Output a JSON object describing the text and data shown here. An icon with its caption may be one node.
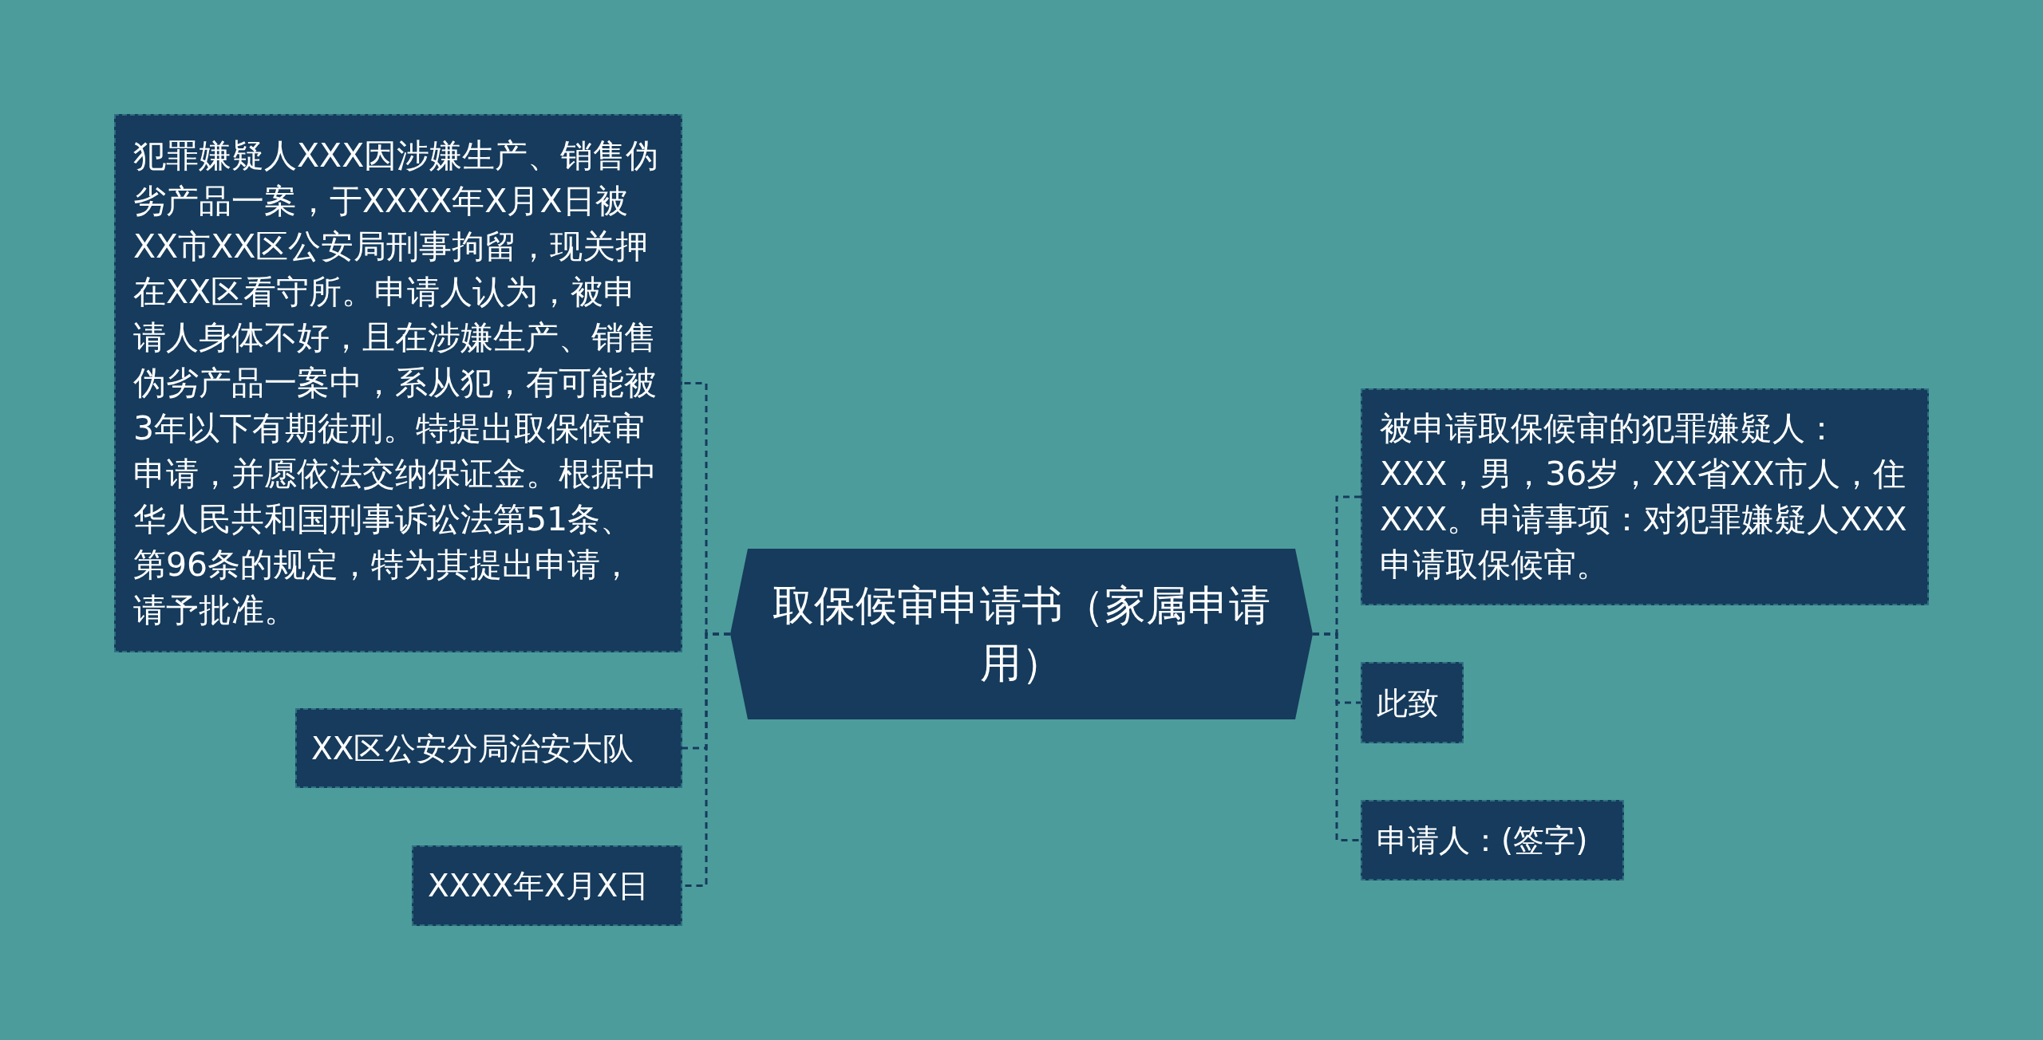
{
  "diagram": {
    "nodes": [
      {
        "text": [
          "取保候审申请书（家属申请用）"
        ]
      },
      {
        "text": [
          "犯罪嫌疑人XXX因涉嫌生产、销售伪劣产品一案，于XXXX年X月X日被XX市XX区公安局刑事拘留，现关押在XX区看守所。申请人认为，被申请人身体不好，且在涉嫌生产、销售伪劣产品一案中，系从犯，有可能被3年以下有期徒刑。特提出取保候审申请，并愿依法交纳保证金。根据中华人民共和国刑事诉讼法第51条、第96条的规定，特为其提出申请，请予批准。"
        ]
      },
      {
        "text": [
          "XX区公安分局治安大队"
        ]
      },
      {
        "text": [
          "XXXX年X月X日"
        ]
      },
      {
        "text": [
          "被申请取保候审的犯罪嫌疑人：XXX，男，36岁，XX省XX市人，住XXX。申请事项：对犯罪嫌疑人XXX申请取保候审。"
        ]
      },
      {
        "text": [
          "此致"
        ]
      },
      {
        "text": [
          "申请人：(签字)"
        ]
      }
    ],
    "edges": [
      {
        "from": 0,
        "to": 1,
        "arrow": "none"
      },
      {
        "from": 0,
        "to": 2,
        "arrow": "none"
      },
      {
        "from": 0,
        "to": 3,
        "arrow": "none"
      },
      {
        "from": 0,
        "to": 4,
        "arrow": "none"
      },
      {
        "from": 0,
        "to": 5,
        "arrow": "none"
      },
      {
        "from": 0,
        "to": 6,
        "arrow": "none"
      }
    ]
  }
}
